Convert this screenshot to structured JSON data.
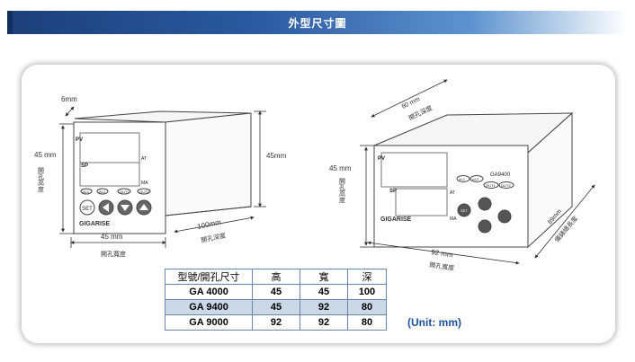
{
  "header": {
    "title": "外型尺寸圖"
  },
  "left_device": {
    "brand": "GIGARISE",
    "display_labels": [
      "PV",
      "SP",
      "AT",
      "MA"
    ],
    "indicators": [
      "AL1",
      "AL2",
      "OUT1",
      "OUT2"
    ],
    "set_label": "SET",
    "dim_depth_top": "6mm",
    "dim_height": "45 mm",
    "dim_height_note": "開孔高度",
    "dim_body_height": "45mm",
    "dim_width": "45 mm",
    "dim_width_note": "開孔寬度",
    "dim_depth": "100mm",
    "dim_depth_note": "開孔深度"
  },
  "right_device": {
    "brand": "GIGARISE",
    "model": "GA9400",
    "display_labels": [
      "PV",
      "SP",
      "AT",
      "MA"
    ],
    "indicators": [
      "AL1",
      "AL2",
      "OUT1",
      "OUT2"
    ],
    "set_label": "SET",
    "dim_depth": "80 mm",
    "dim_depth_note": "開孔深度",
    "dim_height": "45 mm",
    "dim_height_note": "開孔高度",
    "dim_width": "92 mm",
    "dim_width_note": "開孔寬度",
    "dim_side": "89mm",
    "dim_side_note": "儀錶總長度"
  },
  "table": {
    "headers": [
      "型號/開孔尺寸",
      "高",
      "寬",
      "深"
    ],
    "rows": [
      [
        "GA 4000",
        "45",
        "45",
        "100"
      ],
      [
        "GA 9400",
        "45",
        "92",
        "80"
      ],
      [
        "GA 9000",
        "92",
        "92",
        "80"
      ]
    ],
    "unit_note": "(Unit: mm)"
  },
  "colors": {
    "title_bar": "#2a5aa0",
    "table_alt_row": "#cdd8e6",
    "unit_text": "#1d4f9c"
  }
}
